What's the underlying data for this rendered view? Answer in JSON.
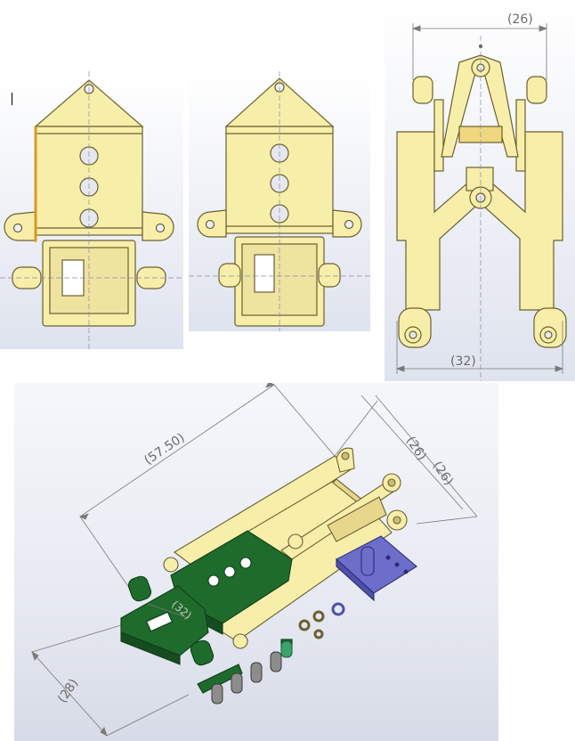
{
  "dimensions": {
    "top_width": "(26)",
    "bottom_width": "(32)",
    "iso_length": "(57.50)",
    "iso_upper_a": "(26)",
    "iso_upper_b": "(26)",
    "iso_side": "(28)",
    "iso_inner": "(32)"
  },
  "colors": {
    "part": "#f7eeaa",
    "part_edge": "#6b6030",
    "part_shade": "#e7d78c",
    "green_part": "#1f6b2c",
    "blue_part": "#6d6ec9",
    "dim_line": "#7a7a7a",
    "center_line": "#8a8aa8"
  }
}
